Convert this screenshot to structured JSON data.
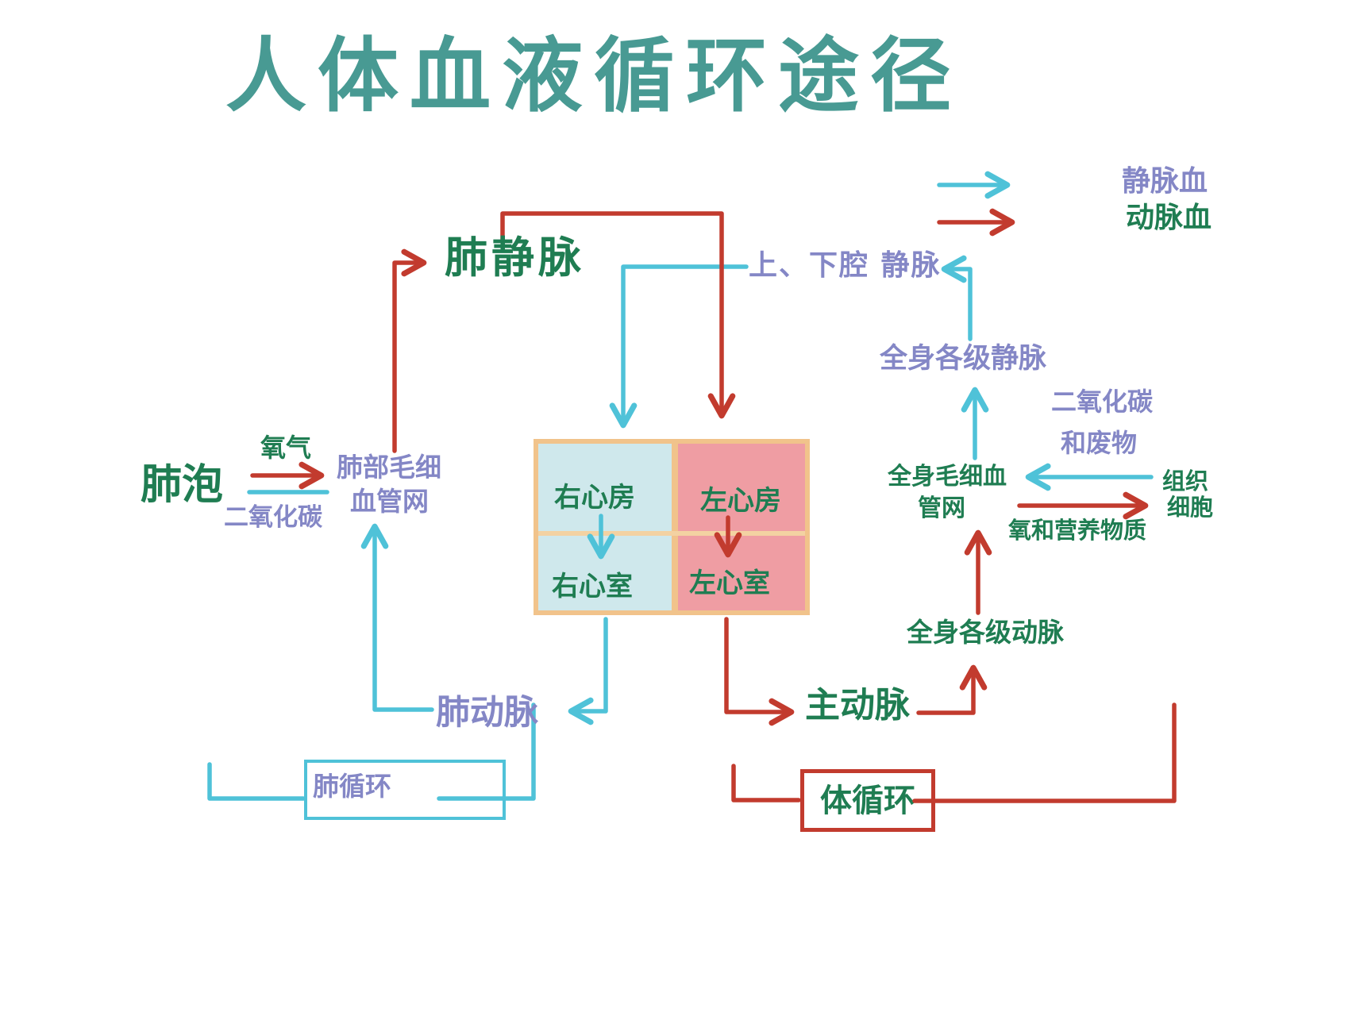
{
  "title": "人体血液循环途径",
  "legend": {
    "venous_label": "静脉血",
    "arterial_label": "动脉血"
  },
  "heart": {
    "right_atrium": "右心房",
    "left_atrium": "左心房",
    "right_ventricle": "右心室",
    "left_ventricle": "左心室"
  },
  "pulmonary": {
    "alveoli": "肺泡",
    "oxygen": "氧气",
    "carbon_dioxide": "二氧化碳",
    "capillary_line1": "肺部毛细",
    "capillary_line2": "血管网",
    "pulmonary_vein": "肺静脉",
    "pulmonary_artery": "肺动脉",
    "loop_label": "肺循环"
  },
  "systemic": {
    "vena_cava": "上、下腔 静脉",
    "veins": "全身各级静脉",
    "capillary_line1": "全身毛细血",
    "capillary_line2": "管网",
    "arteries": "全身各级动脉",
    "aorta": "主动脉",
    "co2_waste_line1": "二氧化碳",
    "co2_waste_line2": "和废物",
    "tissue_line1": "组织",
    "tissue_line2": "细胞",
    "o2_nutrients": "氧和营养物质",
    "loop_label": "体循环"
  },
  "colors": {
    "title-teal": "#489a93",
    "green-ink": "#1f7d52",
    "purple-ink": "#8487c6",
    "venous-blue": "#4fc2d8",
    "arterial-red": "#c23b2e",
    "heart-left-fill": "#cfe8ec",
    "heart-right-fill": "#ef9da3",
    "heart-border": "#f1c38b"
  }
}
